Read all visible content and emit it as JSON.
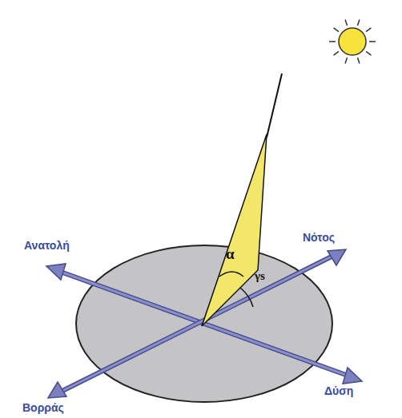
{
  "diagram": {
    "labels": [
      "Ανατολή",
      "Νότος",
      "Δύση",
      "Βορράς",
      "α",
      "γs"
    ]
  }
}
